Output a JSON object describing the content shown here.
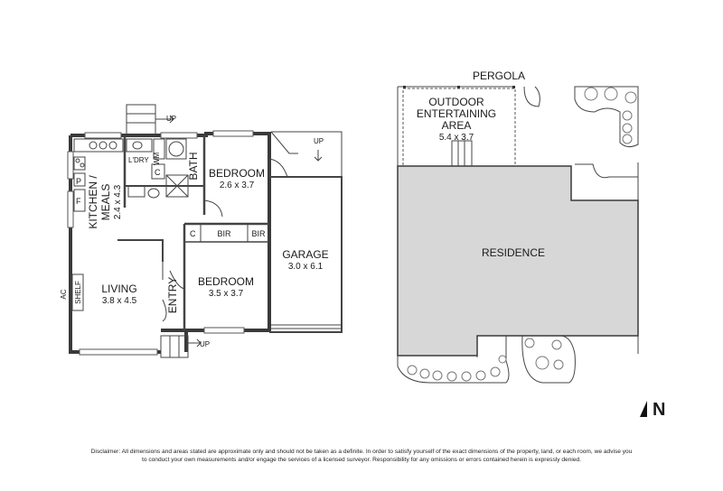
{
  "labels": {
    "kitchen_title": "KITCHEN /",
    "kitchen_title2": "MEALS",
    "kitchen_dim": "2.4 x 4.3",
    "ldry": "L'DRY",
    "wm": "WM",
    "c1": "C",
    "c2": "C",
    "bath": "BATH",
    "bedroom1": "BEDROOM",
    "bedroom1_dim": "2.6 x 3.7",
    "bir1": "BIR",
    "bir2": "BIR",
    "bedroom2": "BEDROOM",
    "bedroom2_dim": "3.5 x 3.7",
    "living": "LIVING",
    "living_dim": "3.8 x 4.5",
    "entry": "ENTRY",
    "garage": "GARAGE",
    "garage_dim": "3.0 x 6.1",
    "p": "P",
    "f": "F",
    "ac": "AC",
    "shelf": "SHELF",
    "up1": "UP",
    "up2": "UP",
    "up3": "UP",
    "pergola": "PERGOLA",
    "outdoor1": "OUTDOOR",
    "outdoor2": "ENTERTAINING",
    "outdoor3": "AREA",
    "outdoor_dim": "5.4 x 3.7",
    "residence": "RESIDENCE",
    "north": "N"
  },
  "disclaimer": "Disclaimer: All dimensions and areas stated are approximate only and should not be taken as a definite. In order to satisfy yourself of the exact dimensions of the property, land, or each room, we advise you to conduct your own measurements and/or engage the services of a licensed surveyor. Responsibility for any omissions or errors contained herein is expressly denied.",
  "colors": {
    "residence_fill": "#d7d7d7",
    "wall": "#3a3a3a",
    "shrub": "#9a9a9a"
  }
}
